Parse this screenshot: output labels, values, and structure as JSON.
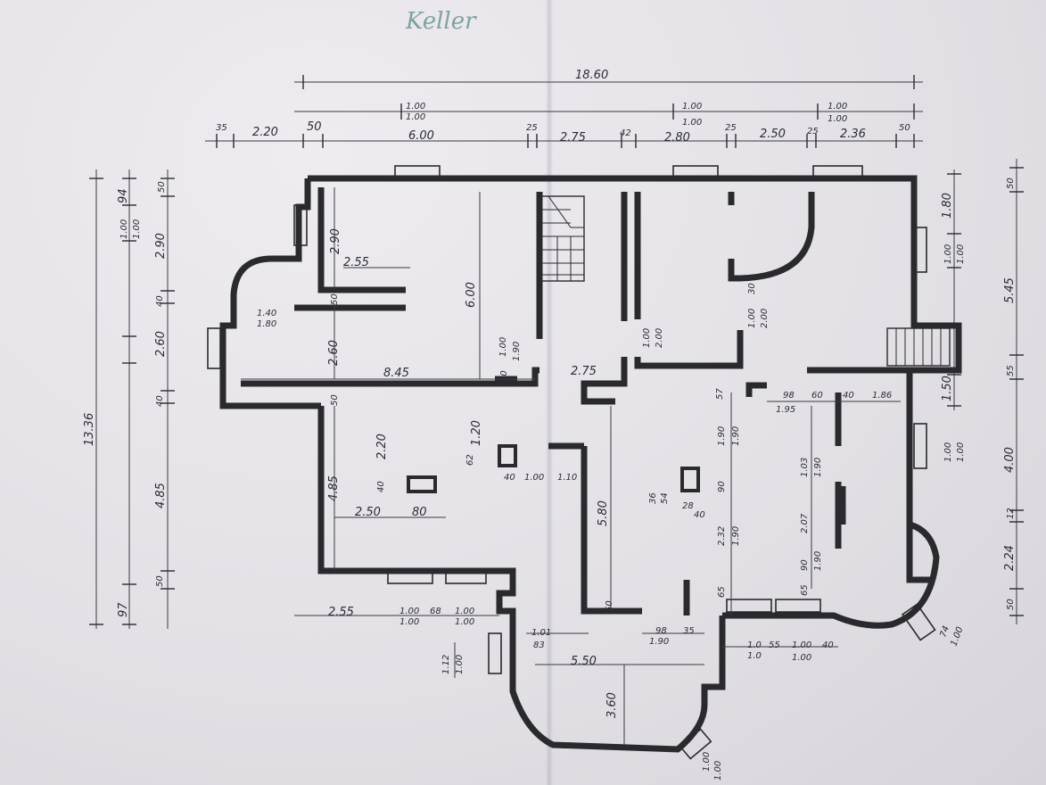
{
  "title": "Keller",
  "dimensions_top": {
    "overall": "18.60",
    "row2": [
      "1.00",
      "1.00",
      "1.00",
      "1.00",
      "1.00",
      "1.00"
    ],
    "row3": [
      "35",
      "2.20",
      "50",
      "6.00",
      "25",
      "2.75",
      "42",
      "2.80",
      "25",
      "2.50",
      "25",
      "2.36",
      "50"
    ]
  },
  "dimensions_left": {
    "overall": "13.36",
    "row2": [
      "94",
      "1.00",
      "1.00",
      "2.90",
      "40",
      "2.60",
      "40",
      "4.85",
      "50",
      "97"
    ],
    "row3": [
      "50"
    ]
  },
  "dimensions_right": {
    "row1": [
      "50",
      "1.80",
      "1.00",
      "1.00",
      "5.45",
      "55",
      "1.50",
      "1.00",
      "1.00",
      "4.00",
      "12",
      "2.24",
      "50"
    ]
  },
  "dimensions_bottom": [
    "2.55",
    "1.00",
    "1.00",
    "68",
    "1.00",
    "1.00",
    "1.12",
    "1.00",
    "1.01",
    "83",
    "98",
    "1.90",
    "35",
    "5.50",
    "3.60",
    "1.0",
    "1.0",
    "55",
    "1.00",
    "1.00",
    "40",
    "1.00",
    "1.00",
    "74",
    "1.00"
  ],
  "room_labels": [
    "2.90",
    "2.55",
    "6.00",
    "50",
    "1.40",
    "1.80",
    "2.60",
    "8.45",
    "1.00",
    "1.90",
    "60",
    "2.75",
    "1.00",
    "2.00",
    "1.00",
    "2.00",
    "30",
    "57",
    "98",
    "1.95",
    "60",
    "40",
    "1.86",
    "1.90",
    "1.90",
    "50",
    "2.20",
    "1.20",
    "62",
    "4.85",
    "40",
    "2.50",
    "80",
    "40",
    "1.00",
    "1.10",
    "5.80",
    "36",
    "54",
    "90",
    "28",
    "40",
    "2.32",
    "1.90",
    "1.03",
    "1.90",
    "2.07",
    "65",
    "90",
    "1.90",
    "65",
    "50"
  ]
}
